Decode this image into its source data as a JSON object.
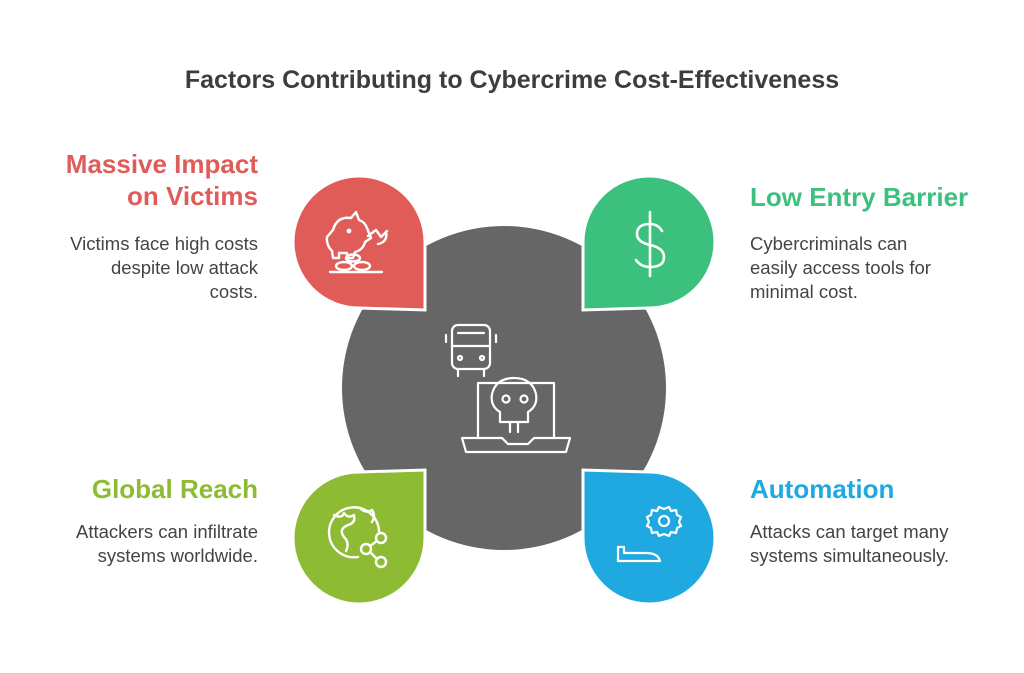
{
  "title": "Factors Contributing to Cybercrime Cost-Effectiveness",
  "colors": {
    "center": "#666666",
    "victims": "#e05c59",
    "barrier": "#3cc07e",
    "reach": "#8dbb33",
    "automation": "#1fa9e0"
  },
  "center": {
    "icons": [
      "bus-icon",
      "skull-laptop-icon"
    ]
  },
  "factors": {
    "victims": {
      "heading": [
        "Massive Impact",
        "on Victims"
      ],
      "desc": [
        "Victims face high costs",
        "despite low attack",
        "costs."
      ],
      "icon": "broken-piggy-bank-icon"
    },
    "barrier": {
      "heading": [
        "Low Entry Barrier"
      ],
      "desc": [
        "Cybercriminals can",
        "easily access tools for",
        "minimal cost."
      ],
      "icon": "dollar-icon"
    },
    "reach": {
      "heading": [
        "Global Reach"
      ],
      "desc": [
        "Attackers can infiltrate",
        "systems worldwide."
      ],
      "icon": "globe-share-icon"
    },
    "automation": {
      "heading": [
        "Automation"
      ],
      "desc": [
        "Attacks can target many",
        "systems simultaneously."
      ],
      "icon": "gear-hand-icon"
    }
  }
}
